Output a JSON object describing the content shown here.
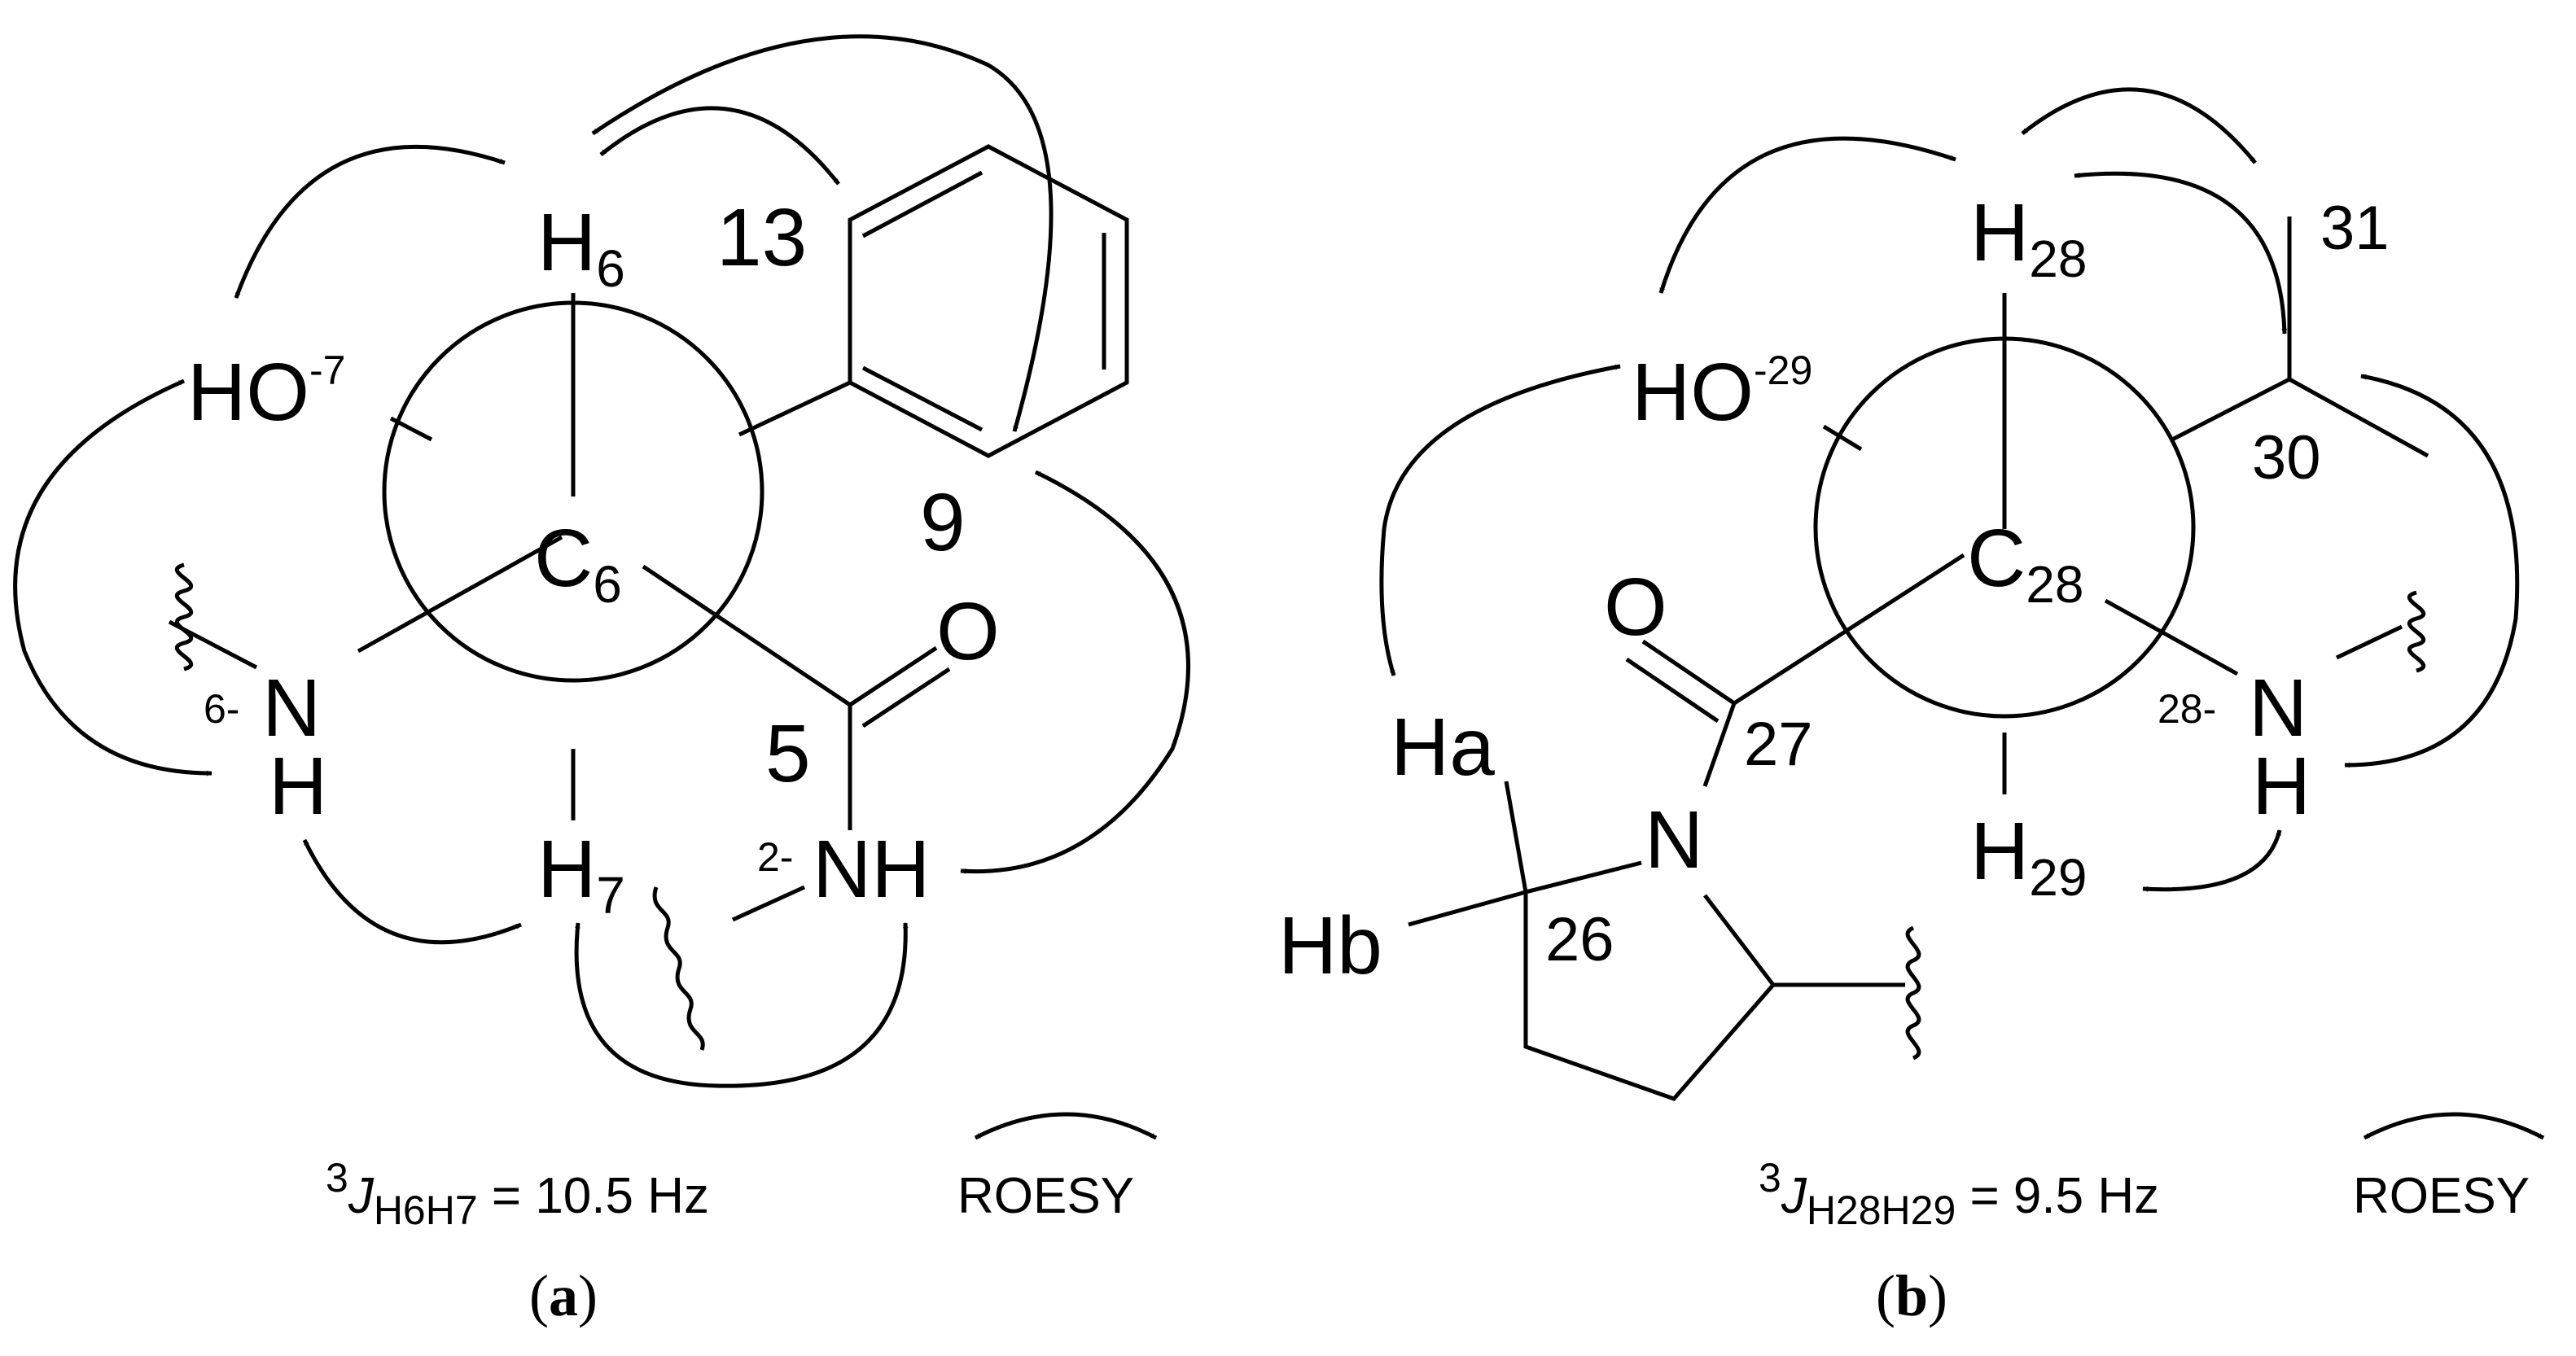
{
  "panel_a": {
    "label_h6_main": "H",
    "label_h6_sub": "6",
    "label_13": "13",
    "label_ho_main": "HO",
    "label_ho_sup": "-7",
    "label_c_main": "C",
    "label_c_sub": "6",
    "label_9": "9",
    "label_o": "O",
    "label_n_prefix": "6-",
    "label_n": "N",
    "label_n_h": "H",
    "label_5": "5",
    "label_h7_main": "H",
    "label_h7_sub": "7",
    "label_nh_prefix": "2-",
    "label_nh": "NH",
    "coupling_sup": "3",
    "coupling_j": "J",
    "coupling_sub": "H6H7",
    "coupling_value": " = 10.5 Hz",
    "legend": "ROESY",
    "caption_open": "(",
    "caption_letter": "a",
    "caption_close": ")"
  },
  "panel_b": {
    "label_h28_main": "H",
    "label_h28_sub": "28",
    "label_31": "31",
    "label_ho_main": "HO",
    "label_ho_sup": "-29",
    "label_30": "30",
    "label_c_main": "C",
    "label_c_sub": "28",
    "label_o": "O",
    "label_27": "27",
    "label_n_prefix": "28-",
    "label_n": "N",
    "label_n_h": "H",
    "label_ha": "Ha",
    "label_n_ring": "N",
    "label_hb": "Hb",
    "label_26": "26",
    "label_h29_main": "H",
    "label_h29_sub": "29",
    "coupling_sup": "3",
    "coupling_j": "J",
    "coupling_sub": "H28H29",
    "coupling_value": " = 9.5 Hz",
    "legend": "ROESY",
    "caption_open": "(",
    "caption_letter": "b",
    "caption_close": ")"
  }
}
